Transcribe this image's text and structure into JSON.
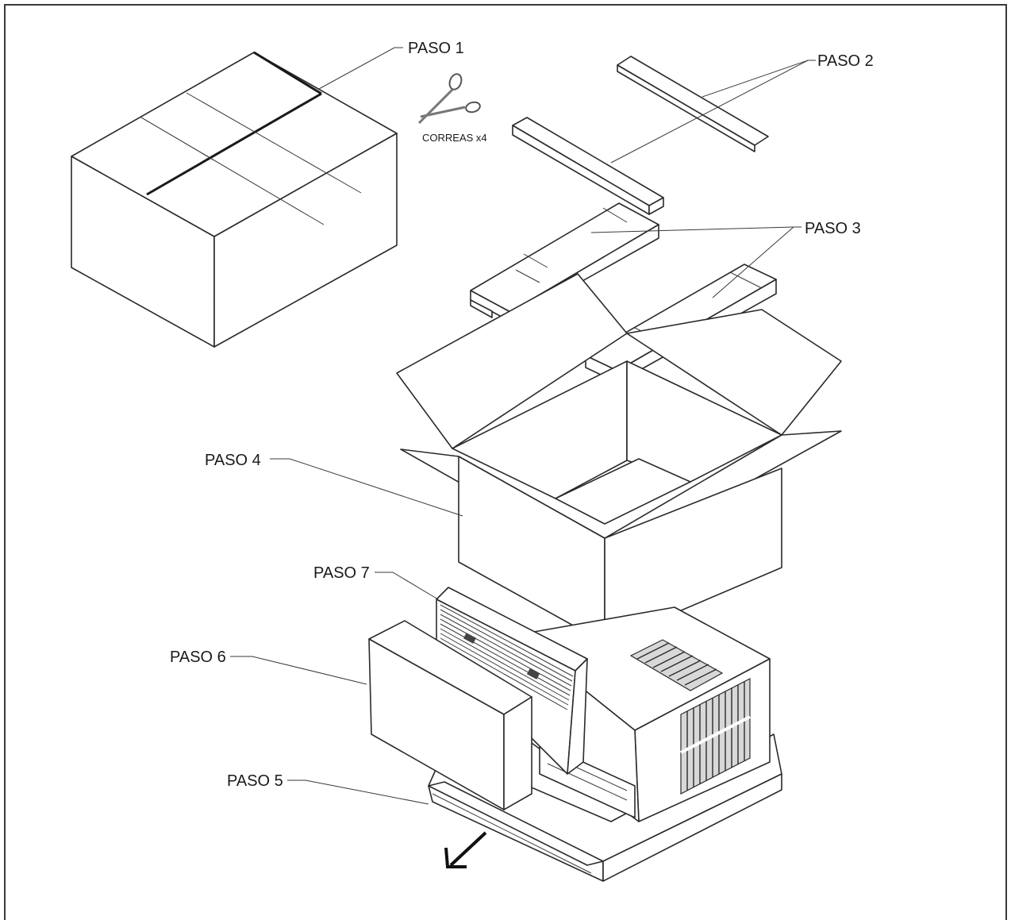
{
  "steps": {
    "step1": "PASO 1",
    "step2": "PASO 2",
    "step3": "PASO 3",
    "step4": "PASO 4",
    "step5": "PASO 5",
    "step6": "PASO 6",
    "step7": "PASO 7"
  },
  "straps_label": "CORREAS x4",
  "icons": {
    "scissors": "scissors-icon",
    "direction_arrow": "arrow-down-left-icon"
  },
  "colors": {
    "line": "#2a2a2a",
    "fill": "#ffffff",
    "border": "#3a3a3a"
  }
}
